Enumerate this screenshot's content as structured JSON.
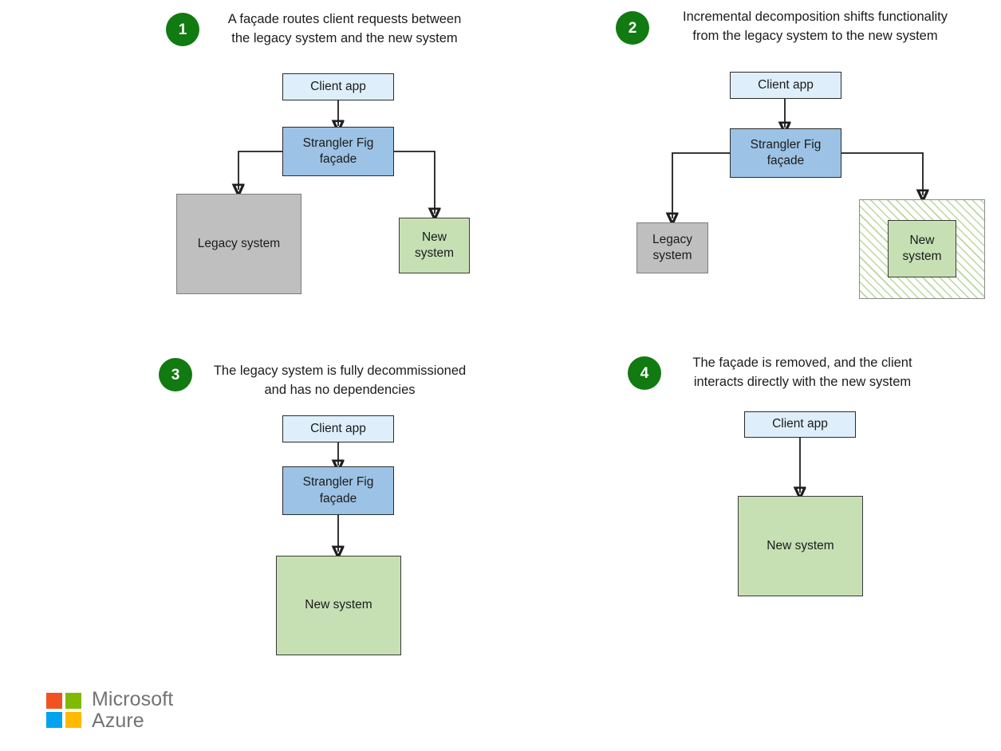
{
  "diagram": {
    "title": "Strangler Fig pattern migration stages",
    "colors": {
      "badge_green": "#117a11",
      "client_fill": "#deeffb",
      "facade_fill": "#9cc3e5",
      "legacy_fill": "#bfbfbf",
      "new_fill": "#c6e0b4",
      "hatch_stripe": "#b9d79a",
      "connector": "#1d1d1d"
    }
  },
  "steps": [
    {
      "number": "1",
      "caption": "A façade routes client requests between\nthe legacy system and the new system",
      "nodes": {
        "client": "Client app",
        "facade": "Strangler Fig\nfaçade",
        "legacy": "Legacy system",
        "new": "New\nsystem"
      }
    },
    {
      "number": "2",
      "caption": "Incremental decomposition shifts functionality\nfrom the legacy system to the new system",
      "nodes": {
        "client": "Client app",
        "facade": "Strangler Fig\nfaçade",
        "legacy": "Legacy\nsystem",
        "new": "New\nsystem"
      }
    },
    {
      "number": "3",
      "caption": "The legacy system is fully decommissioned\nand has no dependencies",
      "nodes": {
        "client": "Client app",
        "facade": "Strangler Fig\nfaçade",
        "new": "New system"
      }
    },
    {
      "number": "4",
      "caption": "The façade is removed, and the client\ninteracts directly with the new system",
      "nodes": {
        "client": "Client app",
        "new": "New system"
      }
    }
  ],
  "logo": {
    "line1": "Microsoft",
    "line2": "Azure",
    "tiles": [
      {
        "name": "red",
        "color": "#f15222"
      },
      {
        "name": "green",
        "color": "#7fba00"
      },
      {
        "name": "blue",
        "color": "#00a3ee"
      },
      {
        "name": "yellow",
        "color": "#ffb901"
      }
    ]
  }
}
